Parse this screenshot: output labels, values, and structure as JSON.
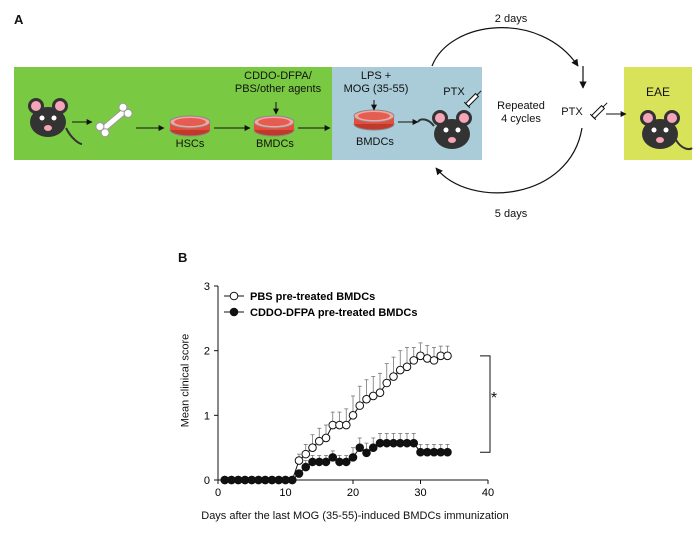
{
  "panel_a": {
    "label": "A",
    "hsc_label": "HSCs",
    "bmdc_label": "BMDCs",
    "treatment_label": "CDDO-DFPA/\nPBS/other agents",
    "stim_label": "LPS +\nMOG (35-55)",
    "stim_bmdc_label": "BMDCs",
    "ptx_label_1": "PTX",
    "ptx_label_2": "PTX",
    "top_interval": "2 days",
    "bottom_interval": "5 days",
    "repeat_label": "Repeated\n4 cycles",
    "outcome_label": "EAE",
    "colors": {
      "green_box": "#7ac943",
      "blue_box": "#a9ccd8",
      "outcome_box": "#d9e35a"
    }
  },
  "panel_b": {
    "label": "B",
    "significance": "*"
  },
  "chart_data": {
    "type": "line",
    "xlabel": "Days after the last MOG (35-55)-induced BMDCs immunization",
    "ylabel": "Mean clinical score",
    "xlim": [
      0,
      40
    ],
    "ylim": [
      0,
      3
    ],
    "xticks": [
      0,
      10,
      20,
      30,
      40
    ],
    "yticks": [
      0,
      1,
      2,
      3
    ],
    "legend_position": "top-left",
    "series": [
      {
        "name": "PBS pre-treated BMDCs",
        "marker": "open-circle",
        "x": [
          1,
          2,
          3,
          4,
          5,
          6,
          7,
          8,
          9,
          10,
          11,
          12,
          13,
          14,
          15,
          16,
          17,
          18,
          19,
          20,
          21,
          22,
          23,
          24,
          25,
          26,
          27,
          28,
          29,
          30,
          31,
          32,
          33,
          34
        ],
        "y": [
          0,
          0,
          0,
          0,
          0,
          0,
          0,
          0,
          0,
          0,
          0,
          0.3,
          0.4,
          0.5,
          0.6,
          0.65,
          0.85,
          0.85,
          0.85,
          1.0,
          1.15,
          1.25,
          1.3,
          1.35,
          1.5,
          1.6,
          1.7,
          1.75,
          1.85,
          1.92,
          1.88,
          1.85,
          1.92,
          1.92
        ],
        "err": [
          0,
          0,
          0,
          0,
          0,
          0,
          0,
          0,
          0,
          0,
          0,
          0.1,
          0.15,
          0.2,
          0.2,
          0.2,
          0.2,
          0.2,
          0.25,
          0.3,
          0.3,
          0.3,
          0.3,
          0.3,
          0.3,
          0.3,
          0.3,
          0.3,
          0.2,
          0.2,
          0.2,
          0.2,
          0.15,
          0.15
        ]
      },
      {
        "name": "CDDO-DFPA pre-treated BMDCs",
        "marker": "filled-circle",
        "x": [
          1,
          2,
          3,
          4,
          5,
          6,
          7,
          8,
          9,
          10,
          11,
          12,
          13,
          14,
          15,
          16,
          17,
          18,
          19,
          20,
          21,
          22,
          23,
          24,
          25,
          26,
          27,
          28,
          29,
          30,
          31,
          32,
          33,
          34
        ],
        "y": [
          0,
          0,
          0,
          0,
          0,
          0,
          0,
          0,
          0,
          0,
          0,
          0.1,
          0.2,
          0.28,
          0.28,
          0.28,
          0.35,
          0.28,
          0.28,
          0.35,
          0.5,
          0.42,
          0.5,
          0.57,
          0.57,
          0.57,
          0.57,
          0.57,
          0.57,
          0.43,
          0.43,
          0.43,
          0.43,
          0.43
        ],
        "err": [
          0,
          0,
          0,
          0,
          0,
          0,
          0,
          0,
          0,
          0,
          0,
          0.05,
          0.1,
          0.1,
          0.1,
          0.1,
          0.1,
          0.1,
          0.1,
          0.15,
          0.15,
          0.15,
          0.15,
          0.15,
          0.15,
          0.15,
          0.15,
          0.15,
          0.15,
          0.12,
          0.12,
          0.12,
          0.12,
          0.12
        ]
      }
    ]
  }
}
